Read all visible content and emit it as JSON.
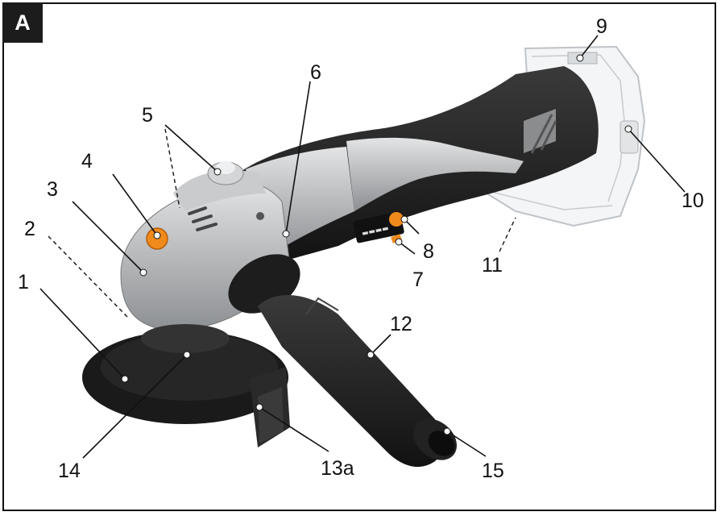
{
  "figure_letter": "A",
  "callouts": {
    "c1": "1",
    "c2": "2",
    "c3": "3",
    "c4": "4",
    "c5": "5",
    "c6": "6",
    "c7": "7",
    "c8": "8",
    "c9": "9",
    "c10": "10",
    "c11": "11",
    "c12": "12",
    "c13a": "13a",
    "c14": "14",
    "c15": "15"
  },
  "colors": {
    "body_silver": "#b9bbbd",
    "grip_black": "#222222",
    "accent_orange": "#f08a1c",
    "battery_outline": "#bfc3c7"
  }
}
